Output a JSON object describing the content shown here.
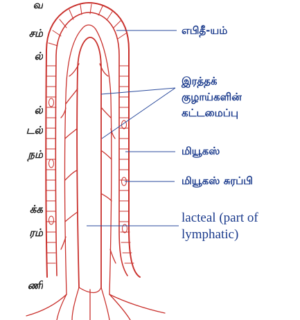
{
  "labels": {
    "epithelium": "எபிதீ-யம்",
    "capillary_line1": "இரத்தக்",
    "capillary_line2": "குழாய்களின்",
    "capillary_line3": "கட்டமைப்பு",
    "mucus": "மியூகஸ்",
    "mucus_gland": "மியூகஸ் சுரப்பி",
    "lacteal_line1": "lacteal (part of",
    "lacteal_line2": "lymphatic)"
  },
  "left_margin_text": [
    "வ",
    "சம்",
    "ல்",
    "ல்",
    "டல்",
    "நம்",
    "க்க",
    "ரம்",
    "ணி"
  ],
  "colors": {
    "outline": "#c9302c",
    "label": "#1a3a8c",
    "leader": "#2a4a9c"
  }
}
